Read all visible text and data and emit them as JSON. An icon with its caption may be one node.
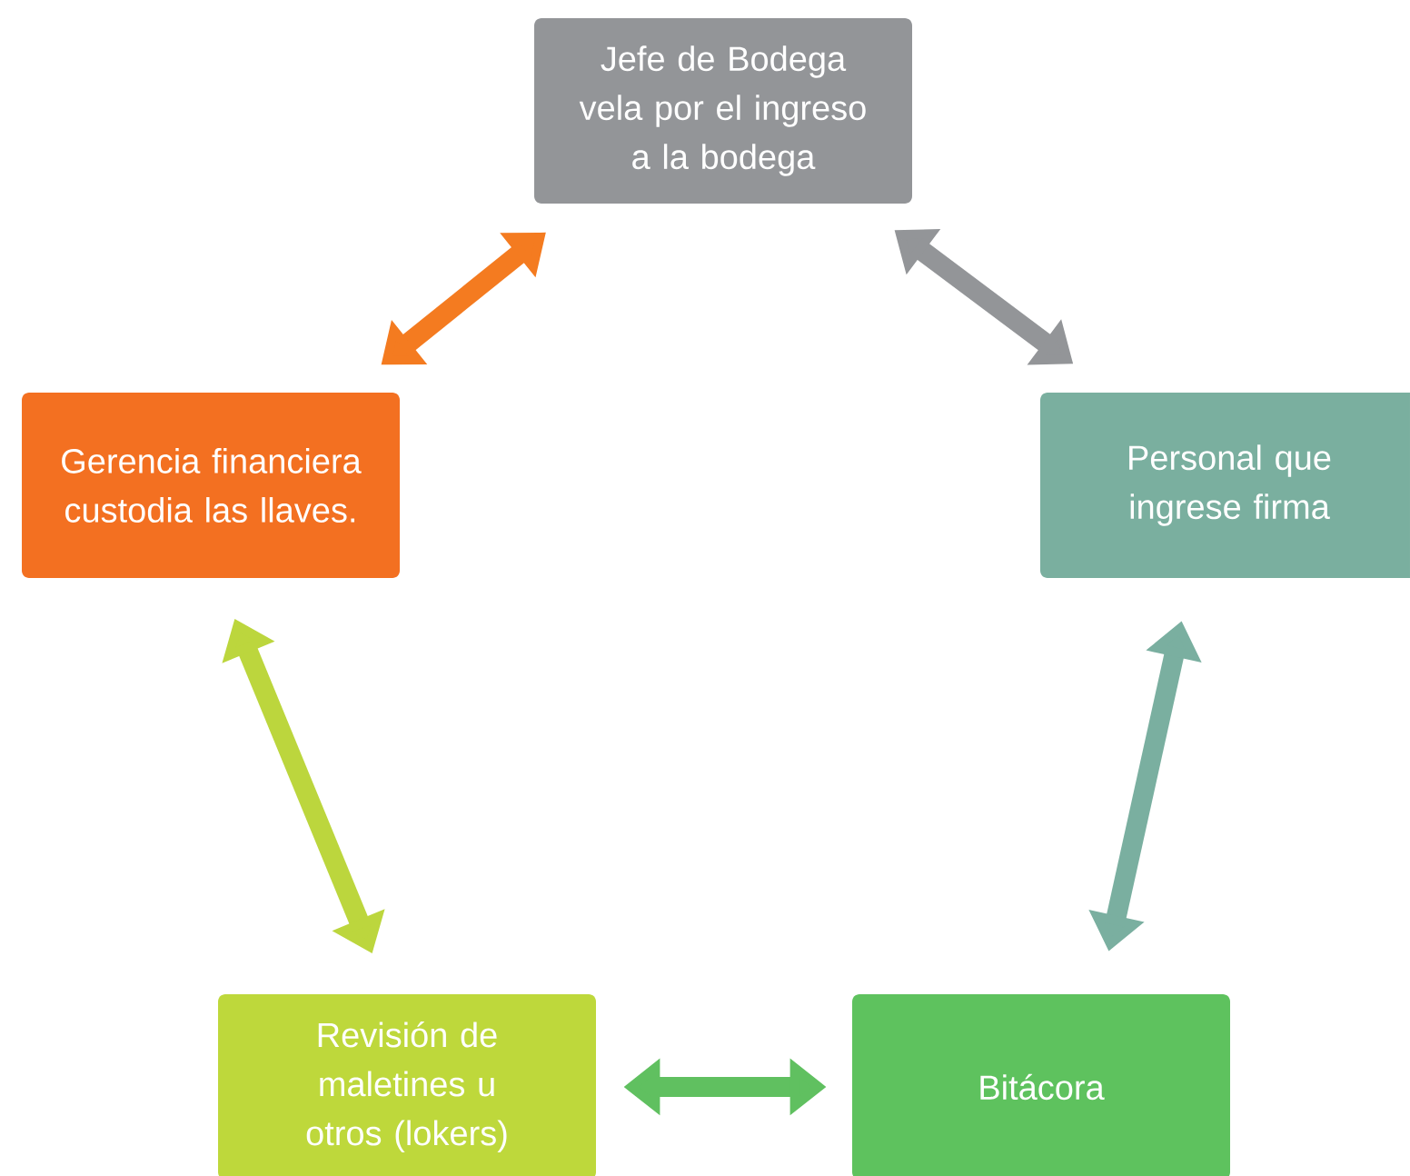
{
  "diagram": {
    "nodes": [
      {
        "text": [
          "Jefe de Bodega vela por el ingreso a la bodega"
        ]
      },
      {
        "text": [
          "Personal que ingrese firma"
        ]
      },
      {
        "text": [
          "Bitácora"
        ]
      },
      {
        "text": [
          "Revisión de maletines u otros (lokers)"
        ]
      },
      {
        "text": [
          "Gerencia financiera custodia las llaves."
        ]
      }
    ],
    "edges": [
      {
        "from": 0,
        "to": 1,
        "arrow": "both",
        "color": "#939598"
      },
      {
        "from": 1,
        "to": 2,
        "arrow": "both",
        "color": "#7aafa0"
      },
      {
        "from": 2,
        "to": 3,
        "arrow": "both",
        "color": "#60c060"
      },
      {
        "from": 3,
        "to": 4,
        "arrow": "both",
        "color": "#bcd63d"
      },
      {
        "from": 4,
        "to": 0,
        "arrow": "both",
        "color": "#f47b20"
      }
    ]
  }
}
